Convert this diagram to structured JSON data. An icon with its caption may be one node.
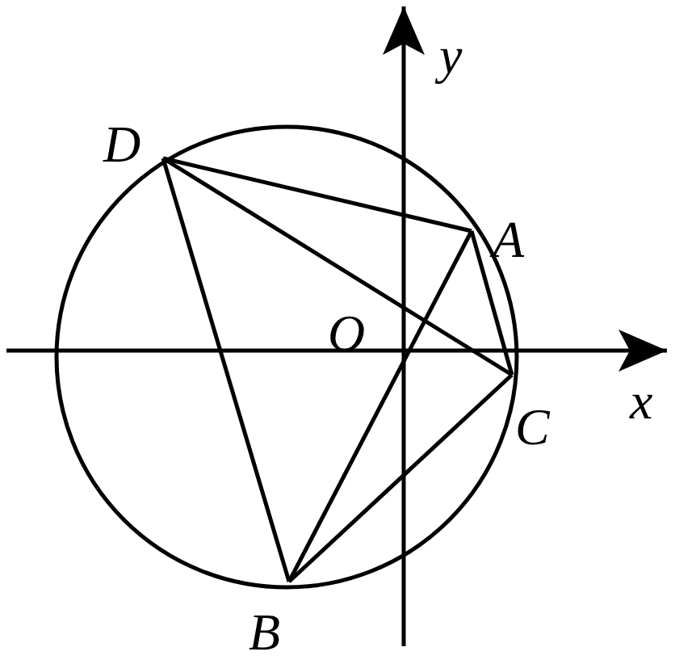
{
  "diagram": {
    "nodes": [
      {
        "text": [
          "D"
        ]
      },
      {
        "text": [
          "A"
        ]
      },
      {
        "text": [
          "C"
        ]
      },
      {
        "text": [
          "B"
        ]
      }
    ],
    "edges": [
      {
        "from": 0,
        "to": 1,
        "arrow": "none"
      },
      {
        "from": 0,
        "to": 2,
        "arrow": "none"
      },
      {
        "from": 0,
        "to": 3,
        "arrow": "none"
      },
      {
        "from": 1,
        "to": 2,
        "arrow": "none"
      },
      {
        "from": 1,
        "to": 3,
        "arrow": "none"
      },
      {
        "from": 3,
        "to": 2,
        "arrow": "none"
      }
    ],
    "labels": [
      "y",
      "O",
      "x"
    ]
  }
}
